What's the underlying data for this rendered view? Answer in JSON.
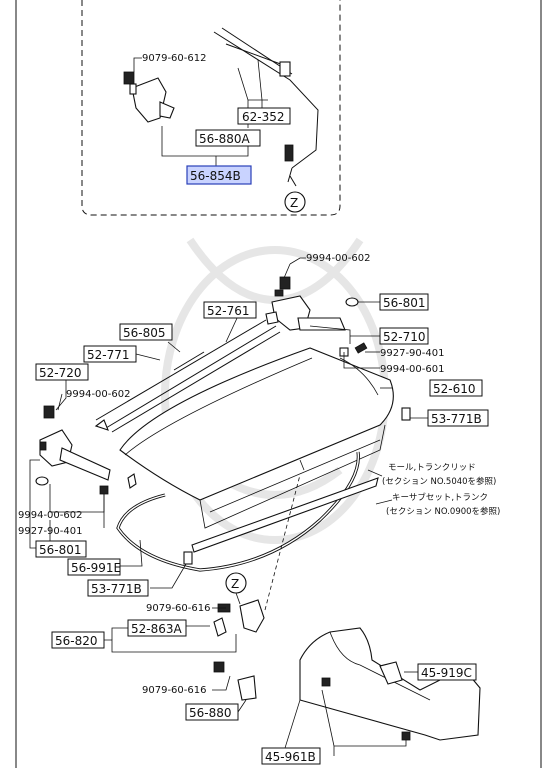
{
  "parts": {
    "p_9079_60_612": "9079-60-612",
    "p_62_352": "62-352",
    "p_56_880A": "56-880A",
    "p_56_854B": "56-854B",
    "p_9994_00_602_top": "9994-00-602",
    "p_56_801_top": "56-801",
    "p_52_761": "52-761",
    "p_56_805": "56-805",
    "p_52_710": "52-710",
    "p_52_771": "52-771",
    "p_9927_90_401_r": "9927-90-401",
    "p_52_720": "52-720",
    "p_9994_00_601": "9994-00-601",
    "p_9994_00_602_l": "9994-00-602",
    "p_52_610": "52-610",
    "p_53_771B_r": "53-771B",
    "p_9994_00_602_b": "9994-00-602",
    "p_9927_90_401_l": "9927-90-401",
    "p_56_801_l": "56-801",
    "p_56_991E": "56-991E",
    "p_53_771B_l": "53-771B",
    "p_9079_60_616_a": "9079-60-616",
    "p_52_863A": "52-863A",
    "p_56_820": "56-820",
    "p_9079_60_616_b": "9079-60-616",
    "p_56_880": "56-880",
    "p_45_919C": "45-919C",
    "p_45_961B": "45-961B"
  },
  "refs": {
    "z_top": "Z",
    "z_bottom": "Z",
    "note1_line1": "モール,トランクリッド",
    "note1_line2": "(セクション NO.5040を参照)",
    "note2_line1": "キーサブセット,トランク",
    "note2_line2": "(セクション NO.0900を参照)"
  },
  "colors": {
    "highlight_fill": "#c9d3ff",
    "highlight_stroke": "#2a3fb8"
  }
}
